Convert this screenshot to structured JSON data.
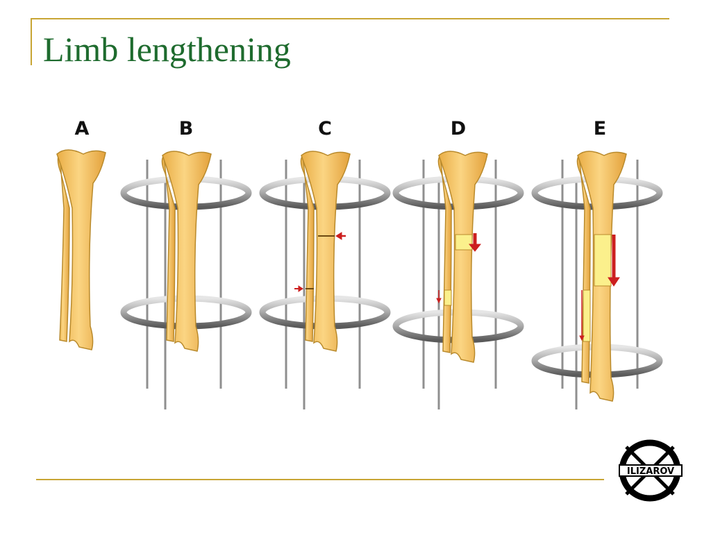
{
  "slide": {
    "title": "Limb lengthening"
  },
  "panels": [
    {
      "label": "A"
    },
    {
      "label": "B"
    },
    {
      "label": "C"
    },
    {
      "label": "D"
    },
    {
      "label": "E"
    }
  ],
  "logo": {
    "text": "ILIZAROV"
  },
  "colors": {
    "title": "#1e6b2e",
    "rule": "#c8a534",
    "bone": "#f4c462",
    "bone_stroke": "#b98a2c",
    "regenerate": "#fbf08c",
    "arrow": "#cc1f1f",
    "ring": "#9a9a9a",
    "rod": "#8f8f8f"
  }
}
